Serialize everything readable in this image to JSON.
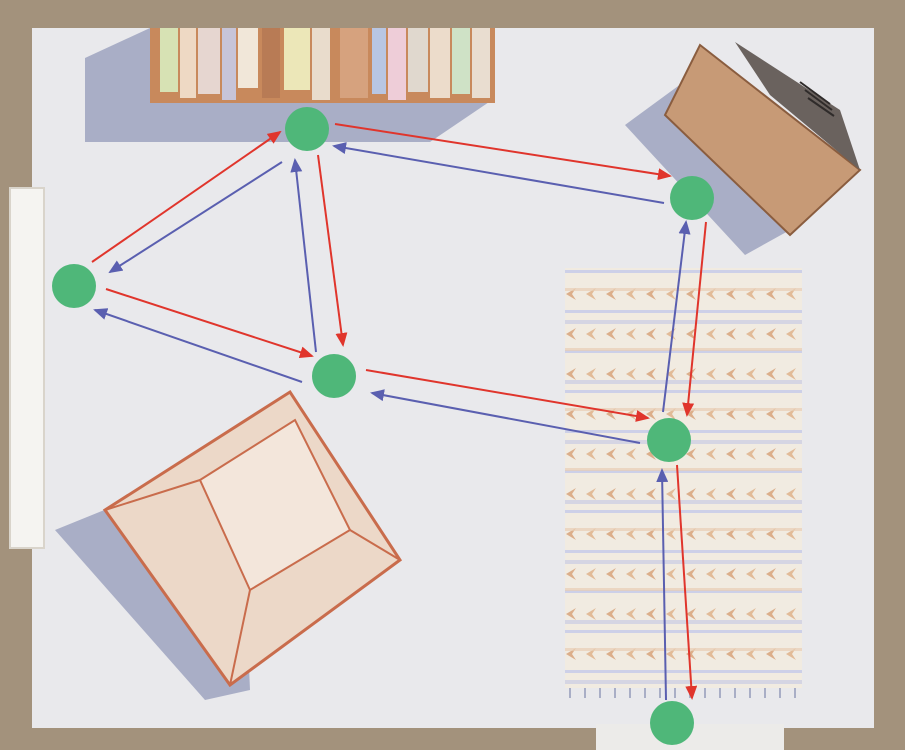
{
  "colors": {
    "wall": "#a3927c",
    "floor": "#e9e9ec",
    "node": "#4fb779",
    "arrow_forward": "#e0352c",
    "arrow_back": "#5a5fb0",
    "shadow": "#a9aec6",
    "armchair": "#ecd8c8",
    "armchair_line": "#c96c4c",
    "rug": "#f1ebe1",
    "tv": "#c79a76",
    "bookshelf": "#c8895c"
  },
  "furniture": {
    "bookshelf": "bookshelf",
    "tv": "television",
    "armchair": "armchair",
    "rug": "patterned-rug",
    "window": "window",
    "door": "doorway"
  },
  "nodes": [
    {
      "id": "bookshelf-node"
    },
    {
      "id": "tv-node"
    },
    {
      "id": "window-node"
    },
    {
      "id": "center-node"
    },
    {
      "id": "rug-node"
    },
    {
      "id": "door-node"
    }
  ]
}
